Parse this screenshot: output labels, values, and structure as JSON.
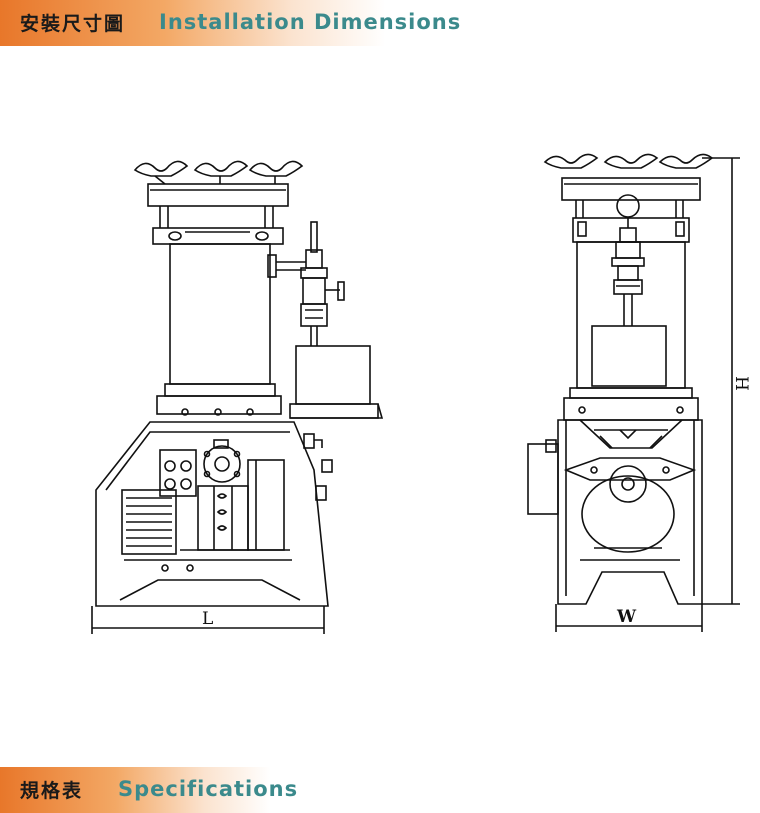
{
  "sections": [
    {
      "title_zh": "安裝尺寸圖",
      "title_en": "Installation Dimensions"
    },
    {
      "title_zh": "規格表",
      "title_en": "Specifications"
    }
  ],
  "drawing": {
    "dim_length_label": "L",
    "dim_width_label": "W",
    "dim_height_label": "H"
  },
  "colors": {
    "banner_orange": "#e8772a",
    "heading_teal": "#3b8a8c",
    "line": "#111111"
  }
}
